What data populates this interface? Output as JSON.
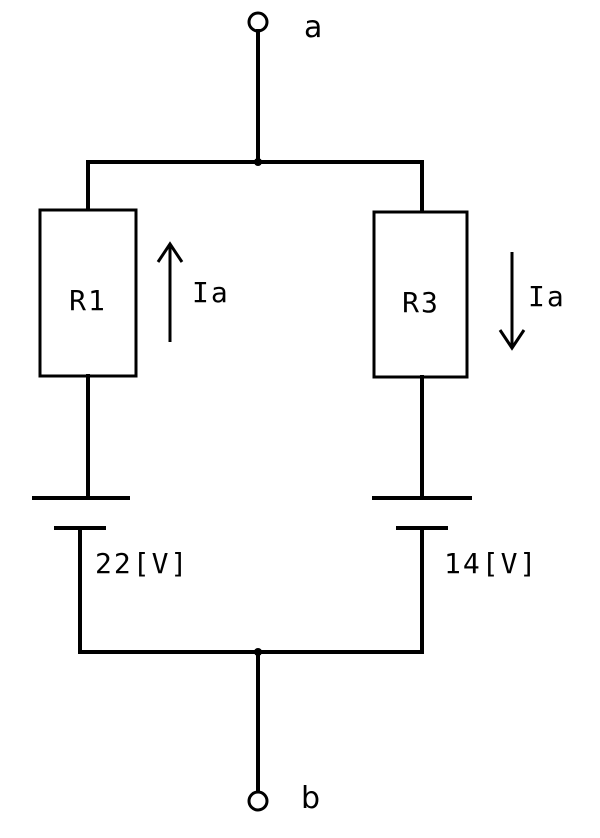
{
  "terminals": {
    "top": "a",
    "bottom": "b"
  },
  "resistors": {
    "left": "R1",
    "right": "R3"
  },
  "currents": {
    "left": "Ia",
    "right": "Ia"
  },
  "sources": {
    "left": "22[V]",
    "right": "14[V]"
  }
}
